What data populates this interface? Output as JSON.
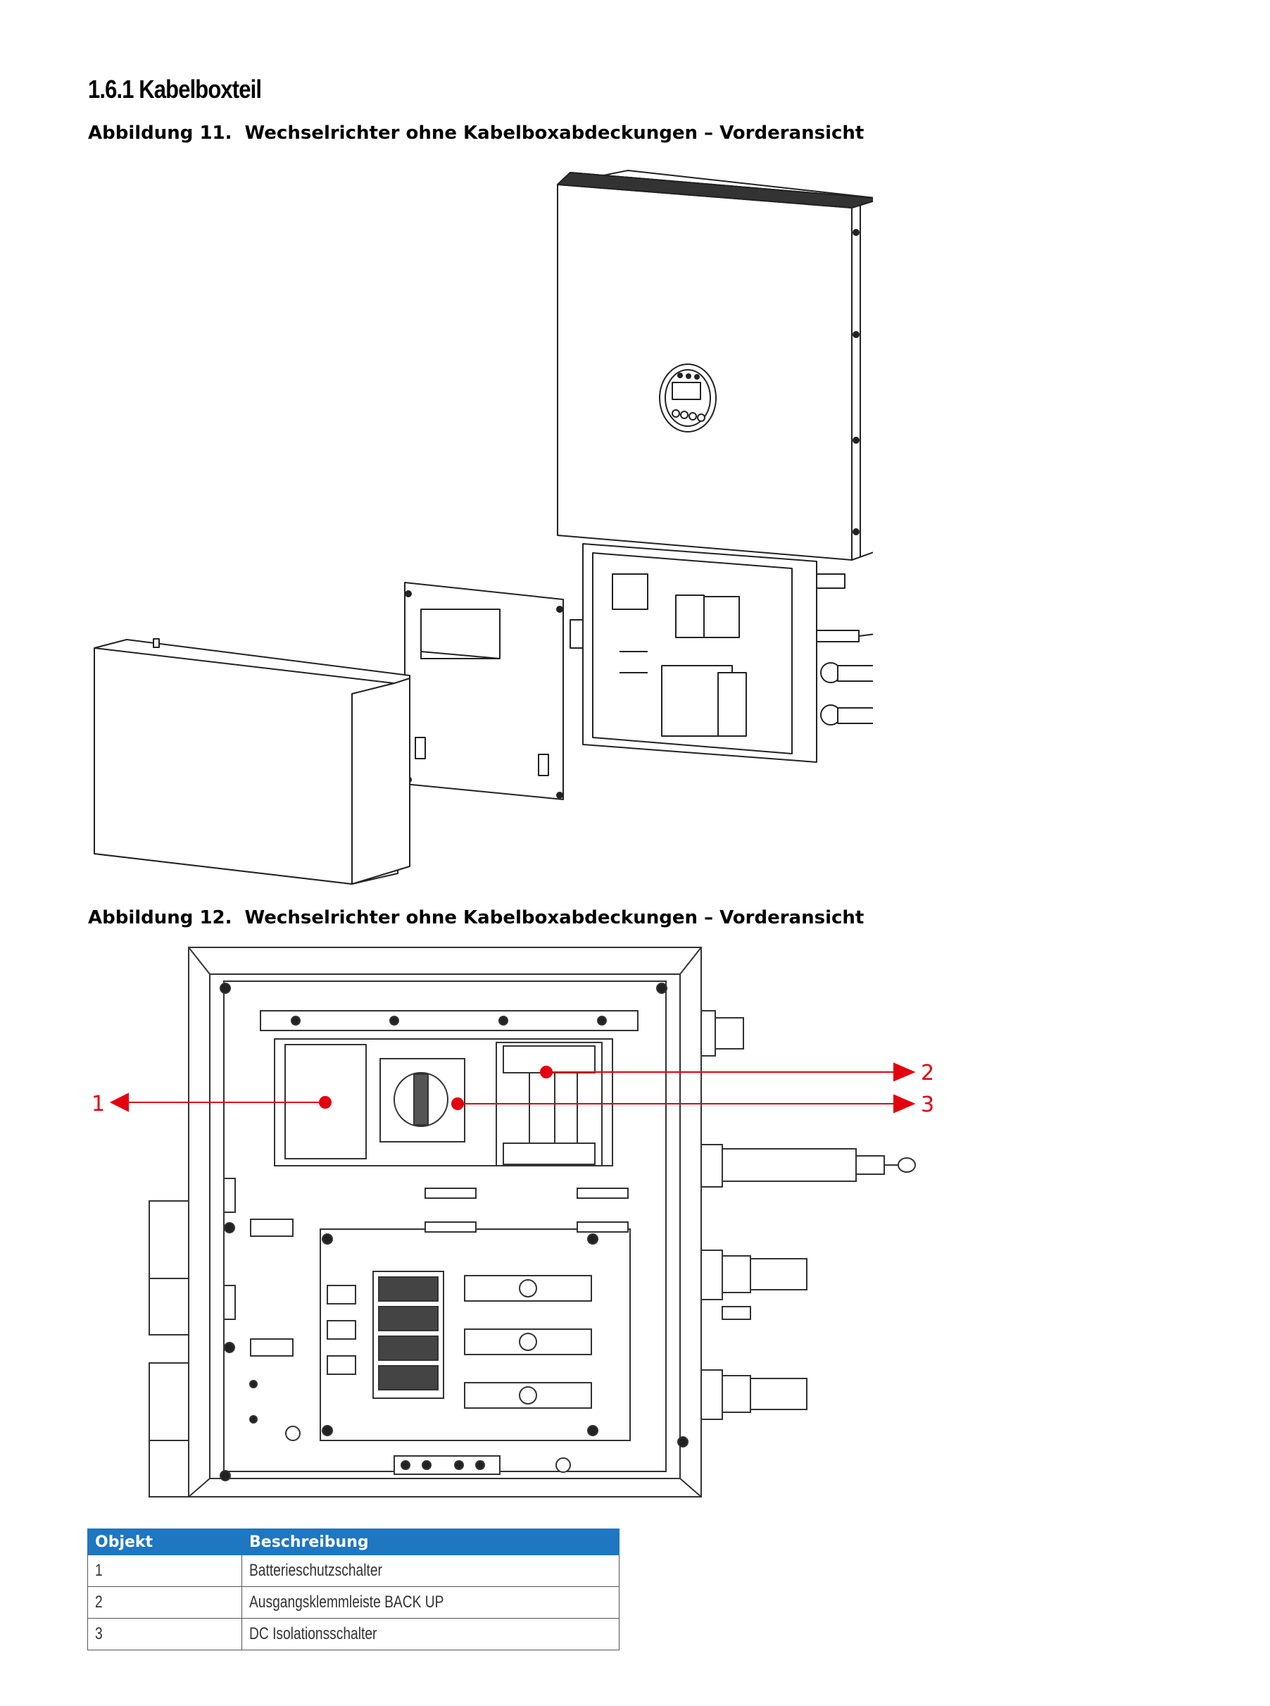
{
  "section_title": "1.6.1 Kabelboxteil",
  "figures": [
    {
      "label": "Abbildung 11.",
      "title": "Wechselrichter ohne Kabelboxabdeckungen – Vorderansicht"
    },
    {
      "label": "Abbildung 12.",
      "title": "Wechselrichter ohne Kabelboxabdeckungen – Vorderansicht"
    }
  ],
  "callouts": [
    "1",
    "2",
    "3"
  ],
  "callout_color": "#e3000f",
  "table": {
    "header_color": "#1f76c1",
    "headers": [
      "Objekt",
      "Beschreibung"
    ],
    "rows": [
      {
        "item": "1",
        "description": "Batterieschutzschalter"
      },
      {
        "item": "2",
        "description": "Ausgangsklemmleiste BACK UP"
      },
      {
        "item": "3",
        "description": "DC Isolationsschalter"
      }
    ]
  }
}
